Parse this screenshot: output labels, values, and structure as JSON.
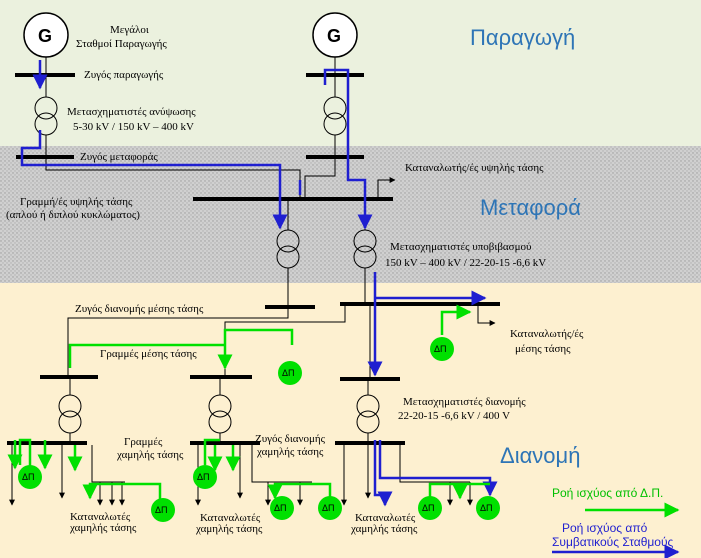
{
  "sections": {
    "production": "Παραγωγή",
    "transmission": "Μεταφορά",
    "distribution": "Διανομή"
  },
  "generator_symbol": "G",
  "dg_symbol": "ΔΠ",
  "labels": {
    "large_plants_1": "Μεγάλοι",
    "large_plants_2": "Σταθμοί Παραγωγής",
    "production_bus": "Ζυγός παραγωγής",
    "step_up_1": "Μετασχηματιστές ανύψωσης",
    "step_up_2": "5-30 kV  / 150 kV – 400 kV",
    "transmission_bus": "Ζυγός μεταφοράς",
    "hv_consumers": "Καταναλωτής/ές υψηλής τάσης",
    "hv_lines_1": "Γραμμή/ές υψηλής τάσης",
    "hv_lines_2": "(απλού ή διπλού κυκλώματος)",
    "step_down_1": "Μετασχηματιστές υποβιβασμού",
    "step_down_2": "150 kV – 400 kV / 22-20-15 -6,6 kV",
    "mv_bus": "Ζυγός διανομής  μέσης τάσης",
    "mv_consumers_1": "Καταναλωτής/ές",
    "mv_consumers_2": "μέσης τάσης",
    "mv_lines": "Γραμμές μέσης τάσης",
    "dist_tx_1": "Μετασχηματιστές διανομής",
    "dist_tx_2": "22-20-15 -6,6 kV / 400 V",
    "lv_lines_1": "Γραμμές",
    "lv_lines_2": "χαμηλής τάσης",
    "lv_bus_1": "Ζυγός διανομής",
    "lv_bus_2": "χαμηλής τάσης",
    "lv_consumers_1": "Καταναλωτές",
    "lv_consumers_2": "χαμηλής τάσης"
  },
  "legend": {
    "green_label": "Ροή ισχύος από Δ.Π.",
    "blue_label_1": "Ροή ισχύος από",
    "blue_label_2": "Συμβατικούς Σταθμούς"
  },
  "colors": {
    "production_bg": "#ebf1de",
    "transmission_bg": "#c8c8c8",
    "distribution_bg": "#fdf0d0",
    "green_flow": "#00e000",
    "blue_flow": "#1f1fd0",
    "section_text": "#2e75b6"
  }
}
